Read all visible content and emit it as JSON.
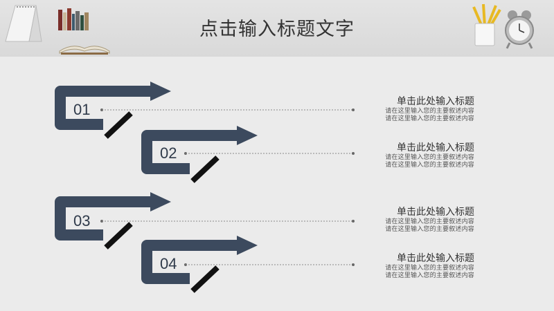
{
  "header": {
    "title": "点击输入标题文字"
  },
  "colors": {
    "background": "#ebebeb",
    "arrow": "#3c4a5e",
    "mark": "#111111"
  },
  "steps": [
    {
      "number": "01",
      "title": "单击此处输入标题",
      "line1": "请在这里输入您的主要叙述内容",
      "line2": "请在这里输入您的主要叙述内容"
    },
    {
      "number": "02",
      "title": "单击此处输入标题",
      "line1": "请在这里输入您的主要叙述内容",
      "line2": "请在这里输入您的主要叙述内容"
    },
    {
      "number": "03",
      "title": "单击此处输入标题",
      "line1": "请在这里输入您的主要叙述内容",
      "line2": "请在这里输入您的主要叙述内容"
    },
    {
      "number": "04",
      "title": "单击此处输入标题",
      "line1": "请在这里输入您的主要叙述内容",
      "line2": "请在这里输入您的主要叙述内容"
    }
  ],
  "icons": [
    "desk-calendar-icon",
    "bookshelf-icon",
    "open-book-icon",
    "pencil-cup-icon",
    "alarm-clock-icon"
  ]
}
